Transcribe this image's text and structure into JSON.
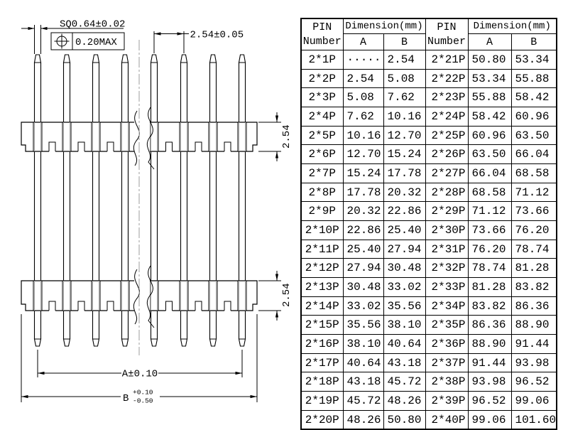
{
  "drawing": {
    "sq_dim": "SQ0.64±0.02",
    "position_tolerance": "0.20MAX",
    "pitch_dim": "2.54±0.05",
    "row_pitch_upper": "2.54",
    "row_pitch_lower": "2.54",
    "dim_a": "A±0.10",
    "dim_b": "B",
    "dim_b_tol_plus": "+0.10",
    "dim_b_tol_minus": "-0.50"
  },
  "table": {
    "header": {
      "pin_top": "PIN",
      "pin_bottom": "Number",
      "dimension": "Dimension(mm)",
      "col_a": "A",
      "col_b": "B"
    },
    "rows": [
      [
        "2*1P",
        "······",
        "2.54",
        "2*21P",
        "50.80",
        "53.34"
      ],
      [
        "2*2P",
        "2.54",
        "5.08",
        "2*22P",
        "53.34",
        "55.88"
      ],
      [
        "2*3P",
        "5.08",
        "7.62",
        "2*23P",
        "55.88",
        "58.42"
      ],
      [
        "2*4P",
        "7.62",
        "10.16",
        "2*24P",
        "58.42",
        "60.96"
      ],
      [
        "2*5P",
        "10.16",
        "12.70",
        "2*25P",
        "60.96",
        "63.50"
      ],
      [
        "2*6P",
        "12.70",
        "15.24",
        "2*26P",
        "63.50",
        "66.04"
      ],
      [
        "2*7P",
        "15.24",
        "17.78",
        "2*27P",
        "66.04",
        "68.58"
      ],
      [
        "2*8P",
        "17.78",
        "20.32",
        "2*28P",
        "68.58",
        "71.12"
      ],
      [
        "2*9P",
        "20.32",
        "22.86",
        "2*29P",
        "71.12",
        "73.66"
      ],
      [
        "2*10P",
        "22.86",
        "25.40",
        "2*30P",
        "73.66",
        "76.20"
      ],
      [
        "2*11P",
        "25.40",
        "27.94",
        "2*31P",
        "76.20",
        "78.74"
      ],
      [
        "2*12P",
        "27.94",
        "30.48",
        "2*32P",
        "78.74",
        "81.28"
      ],
      [
        "2*13P",
        "30.48",
        "33.02",
        "2*33P",
        "81.28",
        "83.82"
      ],
      [
        "2*14P",
        "33.02",
        "35.56",
        "2*34P",
        "83.82",
        "86.36"
      ],
      [
        "2*15P",
        "35.56",
        "38.10",
        "2*35P",
        "86.36",
        "88.90"
      ],
      [
        "2*16P",
        "38.10",
        "40.64",
        "2*36P",
        "88.90",
        "91.44"
      ],
      [
        "2*17P",
        "40.64",
        "43.18",
        "2*37P",
        "91.44",
        "93.98"
      ],
      [
        "2*18P",
        "43.18",
        "45.72",
        "2*38P",
        "93.98",
        "96.52"
      ],
      [
        "2*19P",
        "45.72",
        "48.26",
        "2*39P",
        "96.52",
        "99.06"
      ],
      [
        "2*20P",
        "48.26",
        "50.80",
        "2*40P",
        "99.06",
        "101.60"
      ]
    ]
  }
}
